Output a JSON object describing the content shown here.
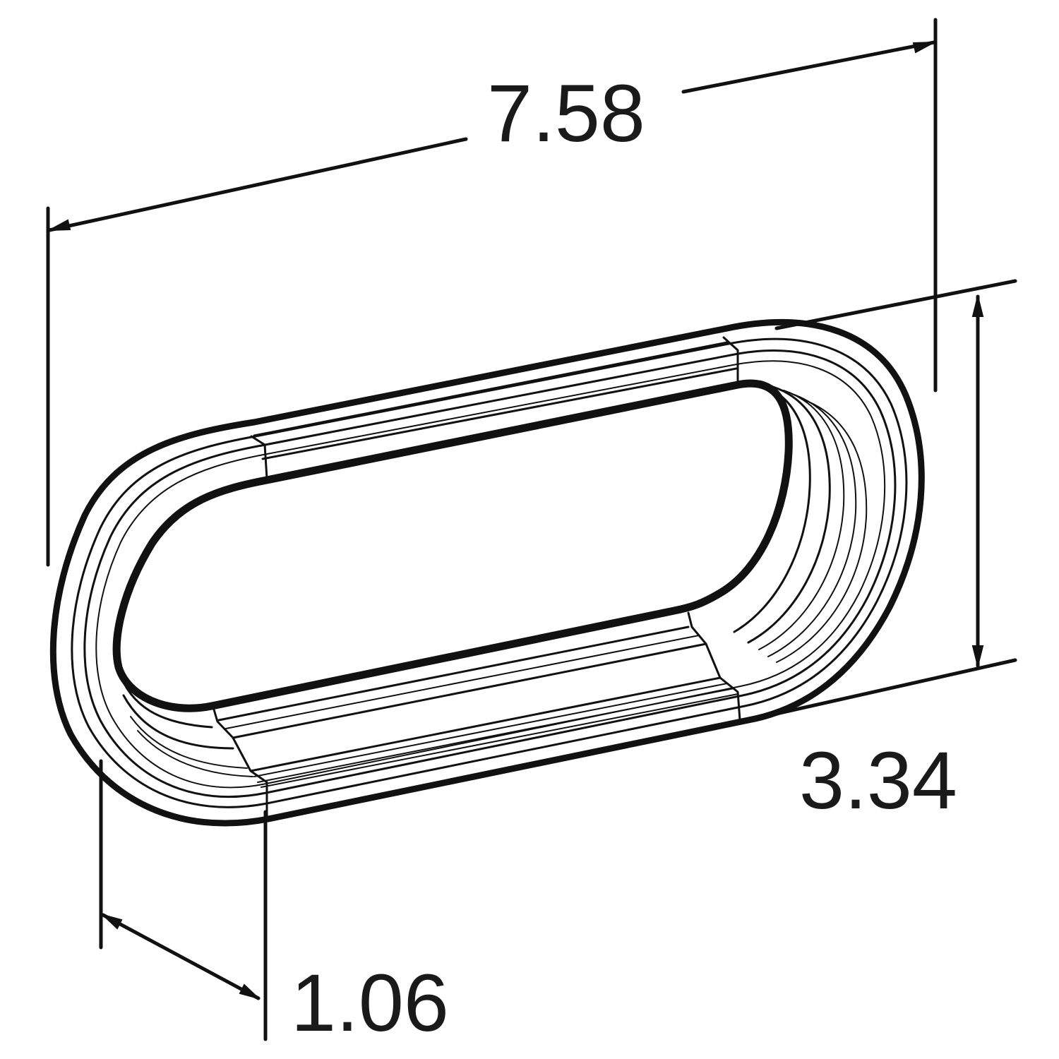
{
  "dimensions": {
    "length": "7.58",
    "height": "3.34",
    "depth": "1.06"
  },
  "colors": {
    "line": "#111111",
    "background": "#ffffff"
  }
}
